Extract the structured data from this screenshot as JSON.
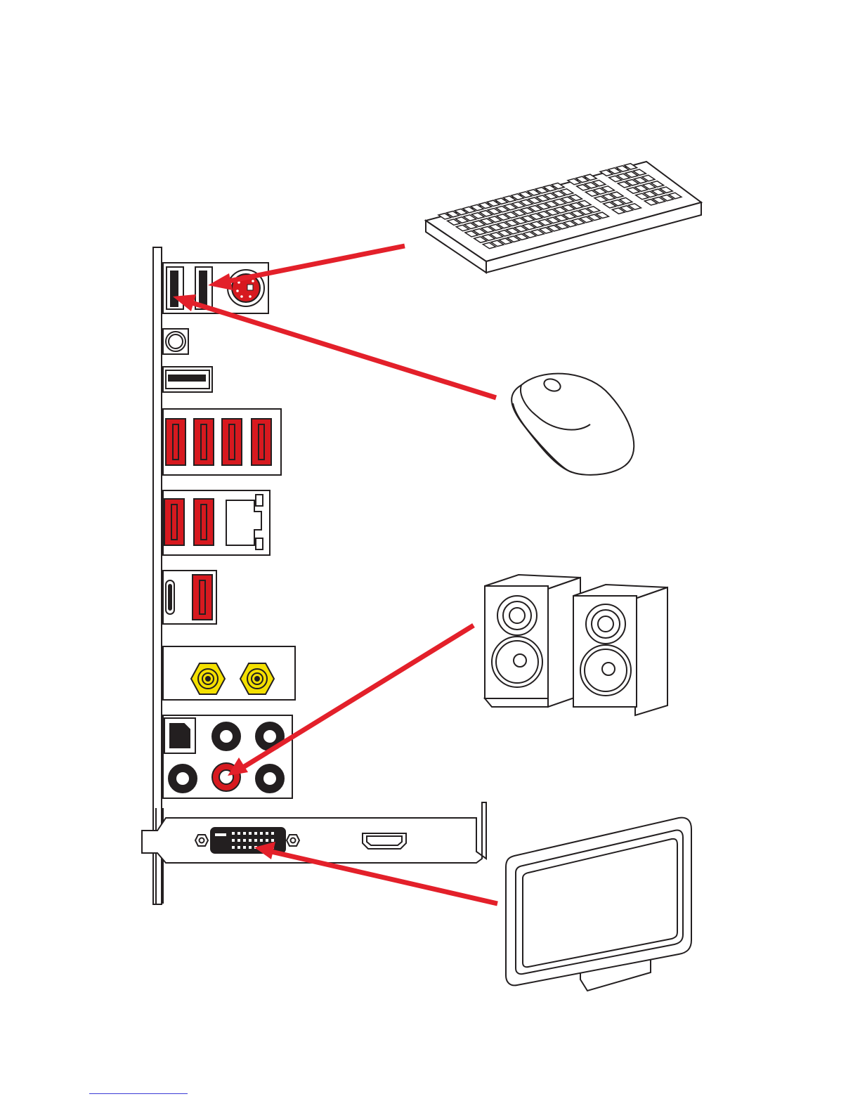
{
  "colors": {
    "port_red": "#d7191f",
    "arrow_red": "#e3202a",
    "coax_yellow": "#f4e000",
    "line": "#231f20",
    "background": "#ffffff",
    "rule_blue": "#3b3bd6"
  },
  "icons": {
    "keyboard": "keyboard-icon",
    "mouse": "mouse-icon",
    "speakers": "speakers-icon",
    "monitor": "monitor-icon"
  },
  "connections": [
    {
      "device": "keyboard",
      "port": "usb-port-2"
    },
    {
      "device": "mouse",
      "port": "usb-port-1"
    },
    {
      "device": "speakers",
      "port": "audio-line-out-jack"
    },
    {
      "device": "monitor",
      "port": "dvi-port"
    }
  ]
}
